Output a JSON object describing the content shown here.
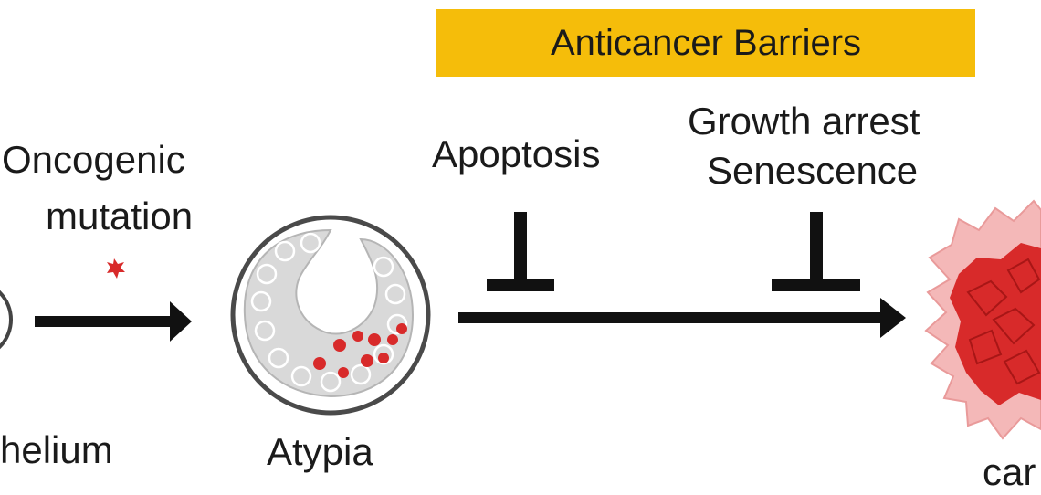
{
  "banner": {
    "text": "Anticancer Barriers"
  },
  "labels": {
    "oncogenic_line1": "Oncogenic",
    "oncogenic_line2": "mutation",
    "apoptosis": "Apoptosis",
    "growth_arrest": "Growth arrest",
    "senescence": "Senescence",
    "epithelium_partial": "helium",
    "atypia": "Atypia",
    "cancer_partial": "car"
  },
  "colors": {
    "banner": "#f5bd0a",
    "mutant_cell": "#d82a2a",
    "tumor_halo": "#f4b8b8",
    "tissue_gray": "#d9d9d9",
    "arrow": "#111111"
  }
}
